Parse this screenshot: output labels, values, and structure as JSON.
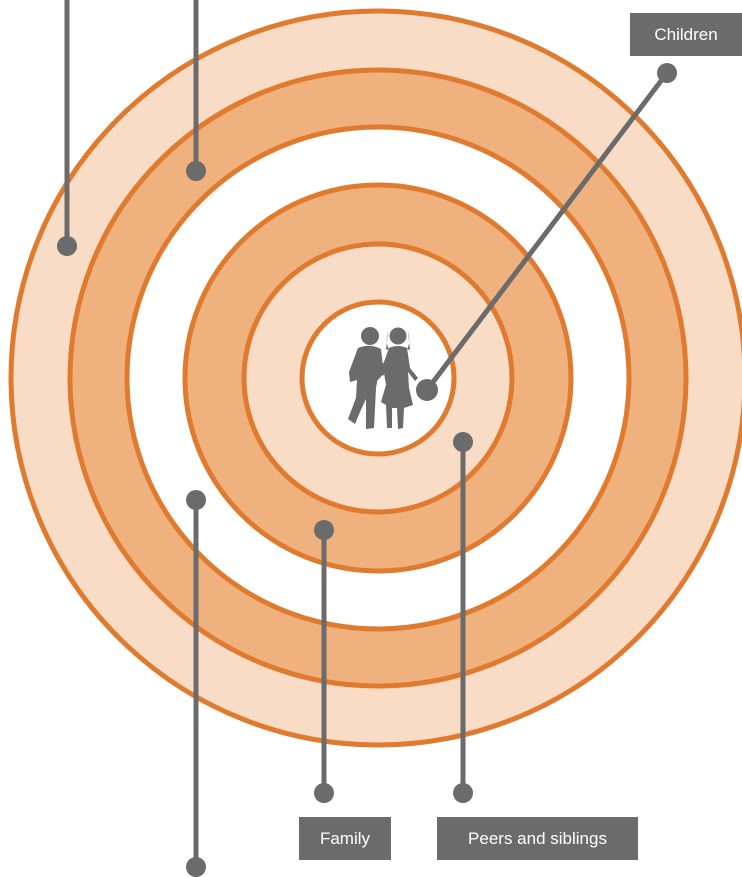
{
  "labels": {
    "children": "Children",
    "family": "Family",
    "peers": "Peers and siblings"
  },
  "colors": {
    "ring_stroke": "#e07a2e",
    "ring_fill_light": "#f8dcc6",
    "ring_fill_medium": "#efb27f",
    "ring_fill_white": "#ffffff",
    "connector": "#6b6b6b",
    "label_background": "#6b6b6b",
    "label_text": "#ffffff",
    "silhouette": "#6b6b6b"
  },
  "icons": {
    "center": "children-silhouette-icon"
  }
}
